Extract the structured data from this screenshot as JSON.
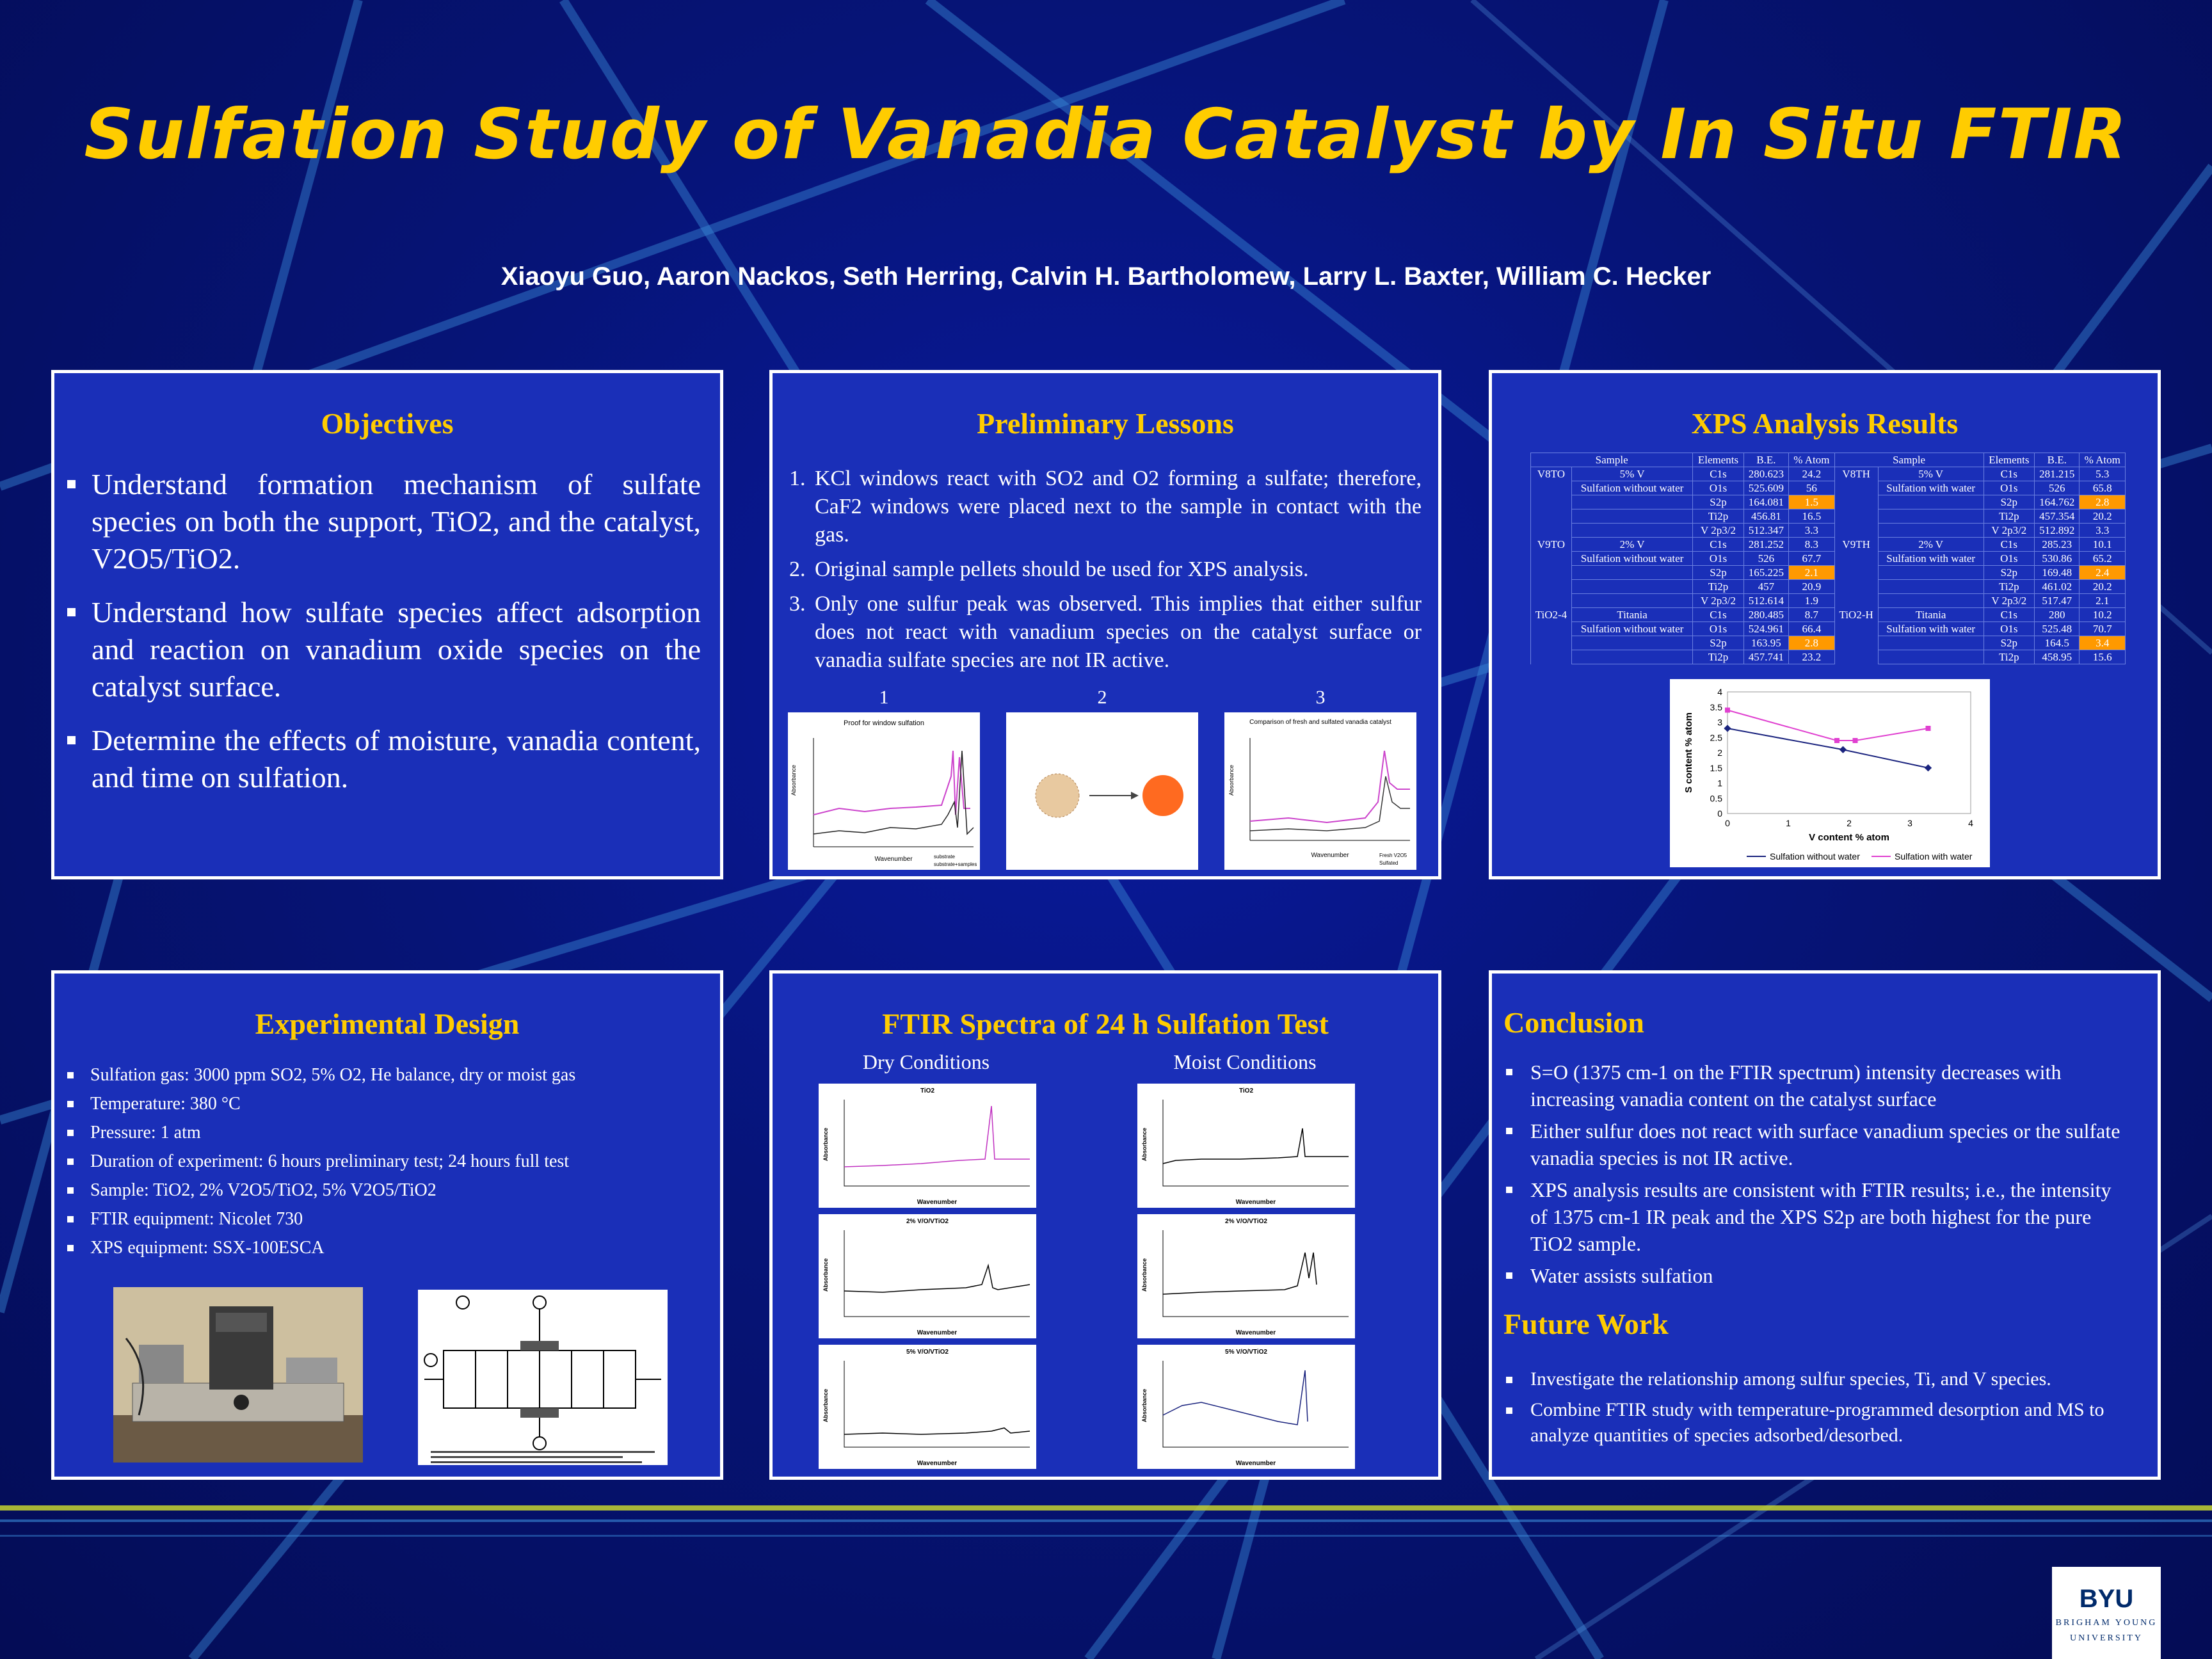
{
  "title": "Sulfation Study of Vanadia Catalyst by In Situ FTIR",
  "authors": "Xiaoyu Guo, Aaron Nackos, Seth Herring, Calvin H. Bartholomew, Larry L. Baxter, William C. Hecker",
  "objectives": {
    "heading": "Objectives",
    "items": [
      "Understand formation mechanism of sulfate species on both the support, TiO2, and the catalyst, V2O5/TiO2.",
      "Understand how sulfate species affect adsorption and reaction on vanadium oxide species on the catalyst surface.",
      "Determine the effects of moisture, vanadia content, and time on sulfation."
    ]
  },
  "preliminary": {
    "heading": "Preliminary Lessons",
    "items": [
      "KCl windows react with SO2 and O2 forming a sulfate; therefore, CaF2 windows were placed next to the sample in contact with the gas.",
      "Original sample pellets should be used for XPS analysis.",
      "Only one sulfur peak was observed. This implies that either sulfur does not react with vanadium species on the catalyst surface or vanadia sulfate species are not IR active."
    ],
    "fig_numbers": [
      "1",
      "2",
      "3"
    ],
    "fig1_title": "Proof for window sulfation",
    "fig1_xlabel": "Wavenumber",
    "fig1_ylabel": "Absorbance",
    "fig1_legend": [
      "substrate",
      "substrate+samples"
    ],
    "fig3_title": "Comparison of fresh and sulfated vanadia catalyst",
    "fig3_xlabel": "Wavenumber",
    "fig3_ylabel": "Absorbance",
    "fig3_legend": [
      "Fresh V2O5",
      "Sulfated"
    ]
  },
  "xps": {
    "heading": "XPS Analysis Results",
    "header": [
      "Sample",
      "Elements",
      "B.E.",
      "% Atom",
      "Sample",
      "Elements",
      "B.E.",
      "% Atom"
    ],
    "left_groups": [
      {
        "id": "V8TO",
        "sample": "5% V",
        "cond": "Sulfation without water",
        "rows": [
          [
            "C1s",
            "280.623",
            "24.2"
          ],
          [
            "O1s",
            "525.609",
            "56"
          ],
          [
            "S2p",
            "164.081",
            "1.5"
          ],
          [
            "Ti2p",
            "456.81",
            "16.5"
          ],
          [
            "V 2p3/2",
            "512.347",
            "3.3"
          ]
        ]
      },
      {
        "id": "V9TO",
        "sample": "2% V",
        "cond": "Sulfation without water",
        "rows": [
          [
            "C1s",
            "281.252",
            "8.3"
          ],
          [
            "O1s",
            "526",
            "67.7"
          ],
          [
            "S2p",
            "165.225",
            "2.1"
          ],
          [
            "Ti2p",
            "457",
            "20.9"
          ],
          [
            "V 2p3/2",
            "512.614",
            "1.9"
          ]
        ]
      },
      {
        "id": "TiO2-4",
        "sample": "Titania",
        "cond": "Sulfation without water",
        "rows": [
          [
            "C1s",
            "280.485",
            "8.7"
          ],
          [
            "O1s",
            "524.961",
            "66.4"
          ],
          [
            "S2p",
            "163.95",
            "2.8"
          ],
          [
            "Ti2p",
            "457.741",
            "23.2"
          ]
        ]
      }
    ],
    "right_groups": [
      {
        "id": "V8TH",
        "sample": "5% V",
        "cond": "Sulfation with water",
        "rows": [
          [
            "C1s",
            "281.215",
            "5.3"
          ],
          [
            "O1s",
            "526",
            "65.8"
          ],
          [
            "S2p",
            "164.762",
            "2.8"
          ],
          [
            "Ti2p",
            "457.354",
            "20.2"
          ],
          [
            "V 2p3/2",
            "512.892",
            "3.3"
          ]
        ]
      },
      {
        "id": "V9TH",
        "sample": "2% V",
        "cond": "Sulfation with water",
        "rows": [
          [
            "C1s",
            "285.23",
            "10.1"
          ],
          [
            "O1s",
            "530.86",
            "65.2"
          ],
          [
            "S2p",
            "169.48",
            "2.4"
          ],
          [
            "Ti2p",
            "461.02",
            "20.2"
          ],
          [
            "V 2p3/2",
            "517.47",
            "2.1"
          ]
        ]
      },
      {
        "id": "TiO2-H",
        "sample": "Titania",
        "cond": "Sulfation with water",
        "rows": [
          [
            "C1s",
            "280",
            "10.2"
          ],
          [
            "O1s",
            "525.48",
            "70.7"
          ],
          [
            "S2p",
            "164.5",
            "3.4"
          ],
          [
            "Ti2p",
            "458.95",
            "15.6"
          ]
        ]
      }
    ],
    "highlight_color": "#ff9900"
  },
  "chart_data": {
    "type": "line",
    "xlabel": "V content % atom",
    "ylabel": "S content % atom",
    "xlim": [
      0,
      4
    ],
    "ylim": [
      0,
      4
    ],
    "xticks": [
      "0",
      "1",
      "2",
      "3",
      "4"
    ],
    "yticks": [
      "0",
      "0.5",
      "1",
      "1.5",
      "2",
      "2.5",
      "3",
      "3.5",
      "4"
    ],
    "legend_position": "bottom",
    "series": [
      {
        "name": "Sulfation without water",
        "color": "#1a237e",
        "x": [
          0,
          1.9,
          3.3
        ],
        "y": [
          2.8,
          2.1,
          1.5
        ]
      },
      {
        "name": "Sulfation with water",
        "color": "#e040d0",
        "x": [
          0,
          1.8,
          2.1,
          3.3
        ],
        "y": [
          3.4,
          2.4,
          2.4,
          2.8
        ]
      }
    ]
  },
  "experimental": {
    "heading": "Experimental Design",
    "items": [
      "Sulfation gas: 3000 ppm SO2, 5% O2, He balance, dry or moist gas",
      "Temperature: 380 °C",
      "Pressure: 1 atm",
      "Duration of experiment: 6 hours preliminary test; 24 hours full test",
      "Sample: TiO2, 2% V2O5/TiO2, 5% V2O5/TiO2",
      "FTIR equipment: Nicolet 730",
      "XPS equipment: SSX-100ESCA"
    ]
  },
  "ftir": {
    "heading": "FTIR Spectra of 24 h Sulfation Test",
    "dry_label": "Dry Conditions",
    "moist_label": "Moist Conditions",
    "plot_titles": [
      "TiO2",
      "2% V/O/VTiO2",
      "5% V/O/VTiO2"
    ],
    "xlabel": "Wavenumber",
    "ylabel": "Absorbance"
  },
  "conclusion": {
    "heading": "Conclusion",
    "items": [
      "S=O (1375 cm-1 on the FTIR spectrum) intensity decreases with increasing vanadia content on the catalyst surface",
      "Either sulfur does not react with surface vanadium species or the sulfate vanadia species is not IR active.",
      "XPS analysis results are consistent with FTIR results; i.e., the intensity of 1375 cm-1 IR peak and the XPS S2p are both highest for the pure TiO2 sample.",
      "Water assists sulfation"
    ],
    "future_heading": "Future Work",
    "future_items": [
      "Investigate the relationship among sulfur species, Ti, and V species.",
      "Combine FTIR study with temperature-programmed desorption and MS to analyze quantities of species adsorbed/desorbed."
    ]
  },
  "logo": {
    "name": "BYU",
    "sub1": "BRIGHAM YOUNG",
    "sub2": "UNIVERSITY"
  }
}
